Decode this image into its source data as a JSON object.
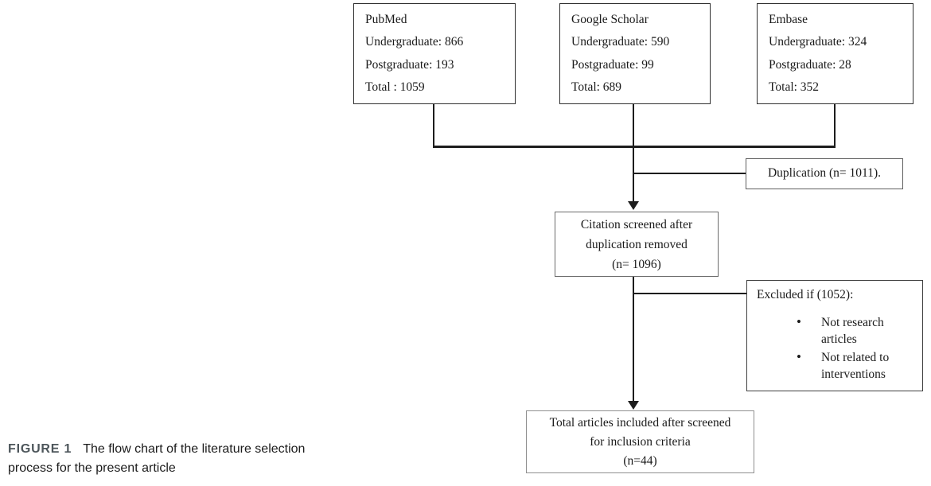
{
  "figure": {
    "caption_label": "FIGURE 1",
    "caption_text": "The flow chart of the literature selection process for the present article"
  },
  "boxes": {
    "pubmed": {
      "title": "PubMed",
      "undergraduate": "Undergraduate: 866",
      "postgraduate": "Postgraduate: 193",
      "total": "Total : 1059"
    },
    "google_scholar": {
      "title": "Google Scholar",
      "undergraduate": "Undergraduate: 590",
      "postgraduate": "Postgraduate: 99",
      "total": "Total: 689"
    },
    "embase": {
      "title": "Embase",
      "undergraduate": "Undergraduate: 324",
      "postgraduate": "Postgraduate: 28",
      "total": "Total: 352"
    },
    "duplication": {
      "text": "Duplication (n= 1011)."
    },
    "citation_screened": {
      "line1": "Citation screened after",
      "line2": "duplication removed",
      "line3": "(n= 1096)"
    },
    "excluded": {
      "heading": "Excluded if (1052):",
      "bullets": [
        "Not research articles",
        "Not related to interventions"
      ]
    },
    "total_included": {
      "line1": "Total articles included after screened",
      "line2": "for inclusion criteria",
      "line3": "(n=44)"
    }
  }
}
